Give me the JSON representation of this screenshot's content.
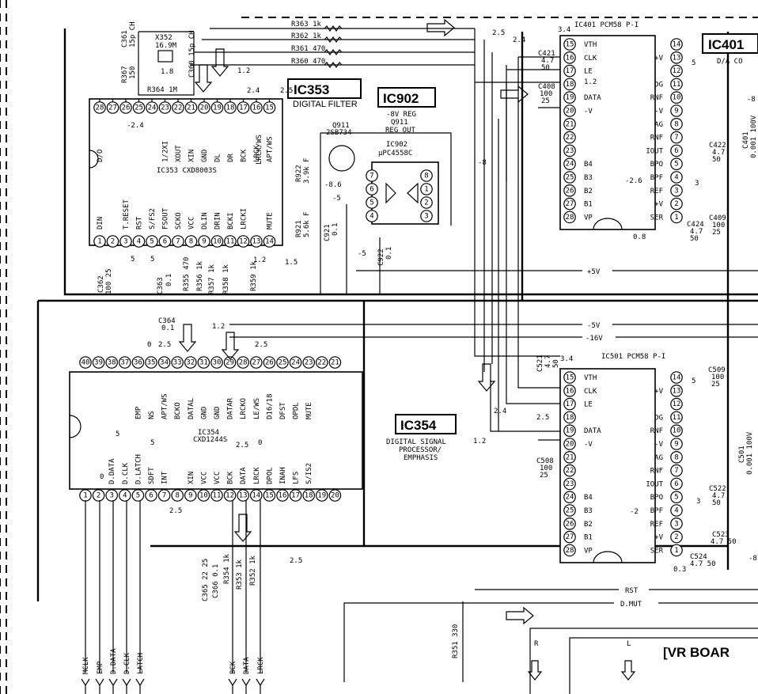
{
  "ic353": {
    "badge": "IC353",
    "title": "DIGITAL FILTER",
    "part": "IC353 CXD8003S",
    "top_pins": [
      "28",
      "27",
      "26",
      "25",
      "24",
      "23",
      "22",
      "21",
      "20",
      "19",
      "18",
      "17",
      "16",
      "15"
    ],
    "bottom_pins": [
      "1",
      "2",
      "3",
      "4",
      "5",
      "6",
      "7",
      "8",
      "9",
      "10",
      "11",
      "12",
      "13",
      "14"
    ],
    "top_labels": [
      "D/O",
      "",
      "",
      "",
      "",
      "1/2XI",
      "XOUT",
      "XIN",
      "GND",
      "DL",
      "DR",
      "BCK",
      "LRCK",
      "APT/WS"
    ],
    "top_extra": "LRCK/WS",
    "bottom_labels": [
      "DIN",
      "",
      "T.RESET",
      "RST",
      "S/FS2",
      "FSOUT",
      "SCKO",
      "VCC",
      "DLIN",
      "DRIN",
      "BCKI",
      "LRCKI",
      "",
      "MUTE"
    ]
  },
  "ic902": {
    "badge": "IC902",
    "title1": "-8V REG",
    "title2": "Q911",
    "title3": "REG OUT",
    "part1": "IC902",
    "part2": "µPC4558C",
    "q_label1": "Q911",
    "q_label2": "2SB734",
    "pins_left": [
      "7",
      "6",
      "5",
      "4"
    ],
    "pins_right": [
      "8",
      "1",
      "2",
      "3"
    ]
  },
  "ic354": {
    "badge": "IC354",
    "title1": "DIGITAL SIGNAL",
    "title2": "PROCESSOR/",
    "title3": "EMPHASIS",
    "part1": "IC354",
    "part2": "CXD1244S",
    "top_pins": [
      "40",
      "39",
      "38",
      "37",
      "36",
      "35",
      "34",
      "33",
      "32",
      "31",
      "30",
      "29",
      "28",
      "27",
      "26",
      "25",
      "24",
      "23",
      "22",
      "21"
    ],
    "bottom_pins": [
      "1",
      "2",
      "3",
      "4",
      "5",
      "6",
      "7",
      "8",
      "9",
      "10",
      "11",
      "12",
      "13",
      "14",
      "15",
      "16",
      "17",
      "18",
      "19",
      "20"
    ],
    "top_labels": [
      "",
      "",
      "",
      "",
      "EMP",
      "NS",
      "APT/WS",
      "BCKO",
      "DATAL",
      "GND",
      "GND",
      "DATAR",
      "LRCKO",
      "LE/WS",
      "D16/18",
      "DFST",
      "OPDL",
      "MUTE",
      "",
      ""
    ],
    "bottom_labels": [
      "",
      "",
      "D.DATA",
      "D.CLK",
      "D.LATCH",
      "SDFT",
      "INT",
      "",
      "XIN",
      "VCC",
      "VCC",
      "BCK",
      "DATA",
      "LRCK",
      "DPOL",
      "INAH",
      "LFS",
      "S/IS2",
      "",
      ""
    ]
  },
  "ic401": {
    "badge": "IC401",
    "subtitle": "D/A CO",
    "part": "IC401 PCM58 P-I",
    "left_pins": [
      "15",
      "16",
      "17",
      "18",
      "19",
      "20",
      "21",
      "22",
      "23",
      "24",
      "25",
      "26",
      "27",
      "28"
    ],
    "left_labels": [
      "VTH",
      "CLK",
      "LE",
      "",
      "DATA",
      "-V",
      "",
      "",
      "",
      "B4",
      "B3",
      "B2",
      "B1",
      "VP"
    ],
    "right_pins": [
      "14",
      "13",
      "12",
      "11",
      "10",
      "9",
      "8",
      "7",
      "6",
      "5",
      "4",
      "3",
      "2",
      "1"
    ],
    "right_labels": [
      "",
      "+V",
      "",
      "DG",
      "RNF",
      "-V",
      "AG",
      "RNF",
      "IOUT",
      "BPO",
      "BPF",
      "REF",
      "+V",
      "SER"
    ]
  },
  "ic501": {
    "part": "IC501 PCM58 P-I",
    "left_pins": [
      "15",
      "16",
      "17",
      "18",
      "19",
      "20",
      "21",
      "22",
      "23",
      "24",
      "25",
      "26",
      "27",
      "28"
    ],
    "left_labels": [
      "VTH",
      "CLK",
      "LE",
      "",
      "DATA",
      "-V",
      "",
      "",
      "",
      "B4",
      "B3",
      "B2",
      "B1",
      "VP"
    ],
    "right_pins": [
      "14",
      "13",
      "12",
      "11",
      "10",
      "9",
      "8",
      "7",
      "6",
      "5",
      "4",
      "3",
      "2",
      "1"
    ],
    "right_labels": [
      "",
      "+V",
      "",
      "DG",
      "RNF",
      "-V",
      "AG",
      "RNF",
      "IOUT",
      "BPO",
      "BPF",
      "REF",
      "+V",
      "SER"
    ]
  },
  "buses": {
    "p5v": "+5V",
    "m5v": "-5V",
    "m16v": "-16V",
    "rst": "RST",
    "dmut": "D.MUT"
  },
  "resistors": {
    "r363": "R363 1k",
    "r362": "R362 1k",
    "r361": "R361 470",
    "r360": "R360 470",
    "r364": "R364 1M",
    "r367a": "R367",
    "r367b": "150",
    "r922a": "R922",
    "r922b": "3.9k F",
    "r921a": "R921",
    "r921b": "5.6k F",
    "r355": "R355 470",
    "r356": "R356 1k",
    "r357": "R357 1k",
    "r358": "R358 1k",
    "r359": "R359 1k",
    "r354": "R354 1k",
    "r353": "R353 1k",
    "r352": "R352 1k",
    "r351": "R351 330"
  },
  "caps": {
    "c361": "C361",
    "c361v": "15p CH",
    "c360": "C360 15p CH",
    "c421": "C421",
    "c421v": "4.7",
    "c421w": "50",
    "c408": "C408",
    "c408v": "100",
    "c408w": "25",
    "c362": "C362",
    "c362v": "100 25",
    "c363": "C363",
    "c363v": "0.1",
    "c364": "C364",
    "c364v": "0.1",
    "c921": "C921",
    "c921v": "0.1",
    "c922": "C922",
    "c922v": "0.1",
    "c422": "C422",
    "c422v": "4.7",
    "c422w": "50",
    "c401": "C401",
    "c401v": "0.001 100V",
    "c409": "C409",
    "c409v": "100",
    "c409w": "25",
    "c424": "C424",
    "c424v": "4.7",
    "c424w": "50",
    "c521": "C521",
    "c521v": "4.7",
    "c521w": "50",
    "c508": "C508",
    "c508v": "100",
    "c508w": "25",
    "c509": "C509",
    "c509v": "100",
    "c509w": "25",
    "c522": "C522",
    "c522v": "4.7",
    "c522w": "50",
    "c523": "C523",
    "c523v": "4.7 50",
    "c524": "C524",
    "c524v": "4.7 50",
    "c501": "C501",
    "c501v": "0.001 100V",
    "c365": "C365 22 25",
    "c366": "C366 0.1",
    "x352": "X352",
    "x352v": "16.9M"
  },
  "voltages": {
    "v34a": "3.4",
    "v25a": "2.5",
    "v24a": "2.4",
    "v12a": "1.2",
    "v12b": "1.2",
    "v24b": "2.4",
    "v25b": "2.5",
    "v18": "1.8",
    "vm24": "-2.4",
    "v5a": "5",
    "v5b": "5",
    "v12c": "1.2",
    "v15": "1.5",
    "vm86": "-8.6",
    "vm5a": "-5",
    "vm5b": "-5",
    "vm8a": "-8",
    "vm8b": "-8",
    "vm8c": "-8",
    "vm26": "-2.6",
    "v3a": "3",
    "v08": "0.8",
    "v5c": "5",
    "v0a": "0",
    "v25c": "2.5",
    "v12d": "1.2",
    "v25d": "2.5",
    "v34b": "3.4",
    "v24c": "2.4",
    "v25e": "2.5",
    "v12e": "1.2",
    "v5d": "5",
    "v3b": "3",
    "vm2": "-2",
    "v03": "0.3",
    "v5e": "5",
    "v5f": "5",
    "v0b": "0",
    "v25f": "2.5",
    "v25g": "2.5",
    "v0c": "0",
    "v25h": "2.5"
  },
  "connectors": [
    "MCLK",
    "EMP",
    "D.DATA",
    "D.CLK",
    "LATCH",
    "BCK",
    "DATA",
    "LRCK"
  ],
  "vr_board": {
    "title": "[VR BOAR",
    "r": "R",
    "l": "L"
  }
}
